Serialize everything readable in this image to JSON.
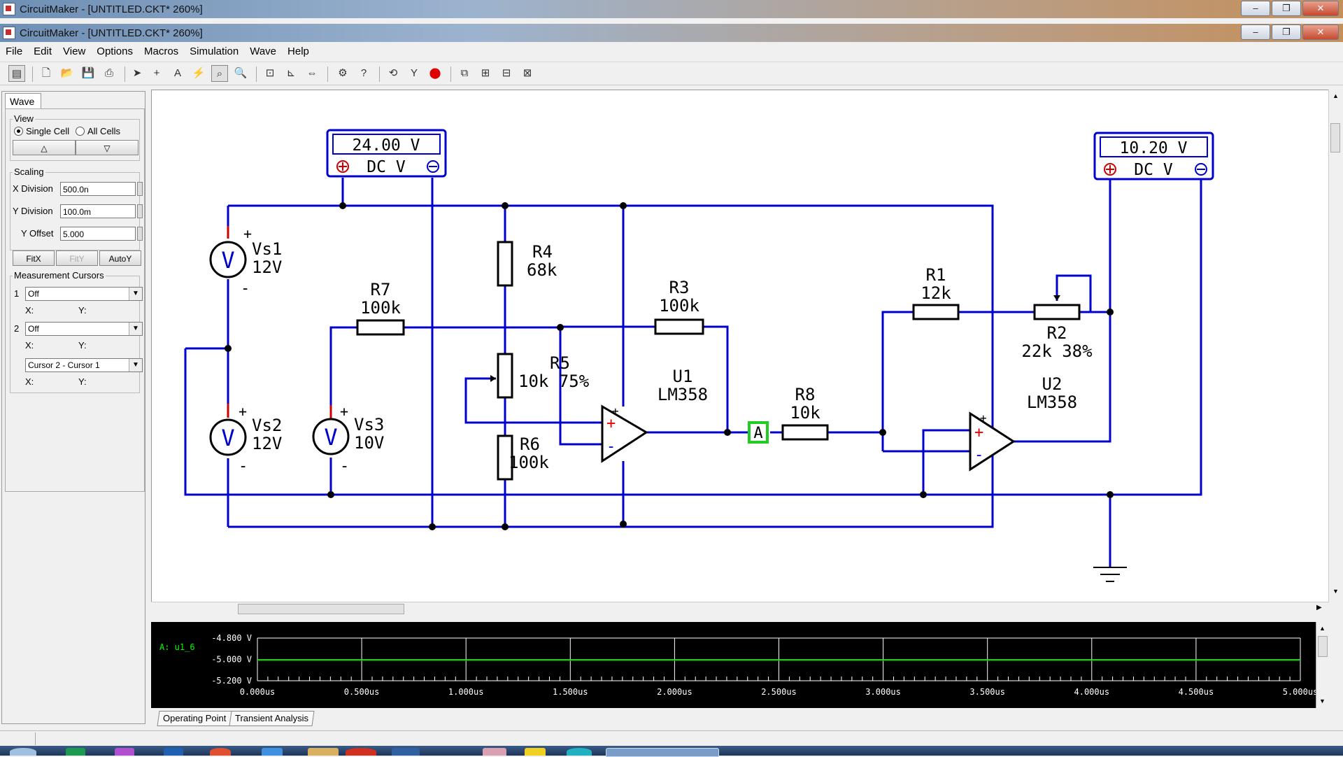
{
  "window": {
    "title": "CircuitMaker - [UNTITLED.CKT* 260%]",
    "min": "–",
    "max": "❐",
    "close": "✕"
  },
  "menu": [
    "File",
    "Edit",
    "View",
    "Options",
    "Macros",
    "Simulation",
    "Wave",
    "Help"
  ],
  "panel": {
    "tab": "Wave",
    "view": {
      "label": "View",
      "single": "Single Cell",
      "all": "All Cells",
      "up": "△",
      "down": "▽"
    },
    "scaling": {
      "label": "Scaling",
      "xdiv_label": "X Division",
      "xdiv": "500.0n",
      "ydiv_label": "Y Division",
      "ydiv": "100.0m",
      "yoff_label": "Y Offset",
      "yoff": "5.000",
      "fitx": "FitX",
      "fity": "FitY",
      "autoy": "AutoY"
    },
    "cursors": {
      "label": "Measurement Cursors",
      "c1": "1",
      "c1_val": "Off",
      "c2": "2",
      "c2_val": "Off",
      "diff_val": "Cursor 2 - Cursor 1",
      "x": "X:",
      "y": "Y:"
    }
  },
  "circuit": {
    "meter1": {
      "value": "24.00 V",
      "mode": "DC V"
    },
    "meter2": {
      "value": "10.20 V",
      "mode": "DC V"
    },
    "vs1": {
      "name": "Vs1",
      "value": "12V"
    },
    "vs2": {
      "name": "Vs2",
      "value": "12V"
    },
    "vs3": {
      "name": "Vs3",
      "value": "10V"
    },
    "r1": {
      "name": "R1",
      "value": "12k"
    },
    "r2": {
      "name": "R2",
      "value": "22k 38%"
    },
    "r3": {
      "name": "R3",
      "value": "100k"
    },
    "r4": {
      "name": "R4",
      "value": "68k"
    },
    "r5": {
      "name": "R5",
      "value": "10k 75%"
    },
    "r6": {
      "name": "R6",
      "value": "100k"
    },
    "r7": {
      "name": "R7",
      "value": "100k"
    },
    "r8": {
      "name": "R8",
      "value": "10k"
    },
    "u1": {
      "name": "U1",
      "value": "LM358"
    },
    "u2": {
      "name": "U2",
      "value": "LM358"
    },
    "probe": "A",
    "plus": "+",
    "minus": "-",
    "vsym": "V"
  },
  "wave": {
    "trace_label": "A: u1_6",
    "y_ticks": [
      "-4.800 V",
      "-5.000 V",
      "-5.200 V"
    ],
    "x_ticks": [
      "0.000us",
      "0.500us",
      "1.000us",
      "1.500us",
      "2.000us",
      "2.500us",
      "3.000us",
      "3.500us",
      "4.000us",
      "4.500us",
      "5.000us"
    ],
    "trace_value": -5.0,
    "colors": {
      "trace": "#00cc00",
      "grid": "#ffffff",
      "label": "#00ff00"
    }
  },
  "bottom_tabs": [
    "Operating Point",
    "Transient Analysis"
  ],
  "colors": {
    "wire": "#0000cc",
    "node": "#000000"
  }
}
